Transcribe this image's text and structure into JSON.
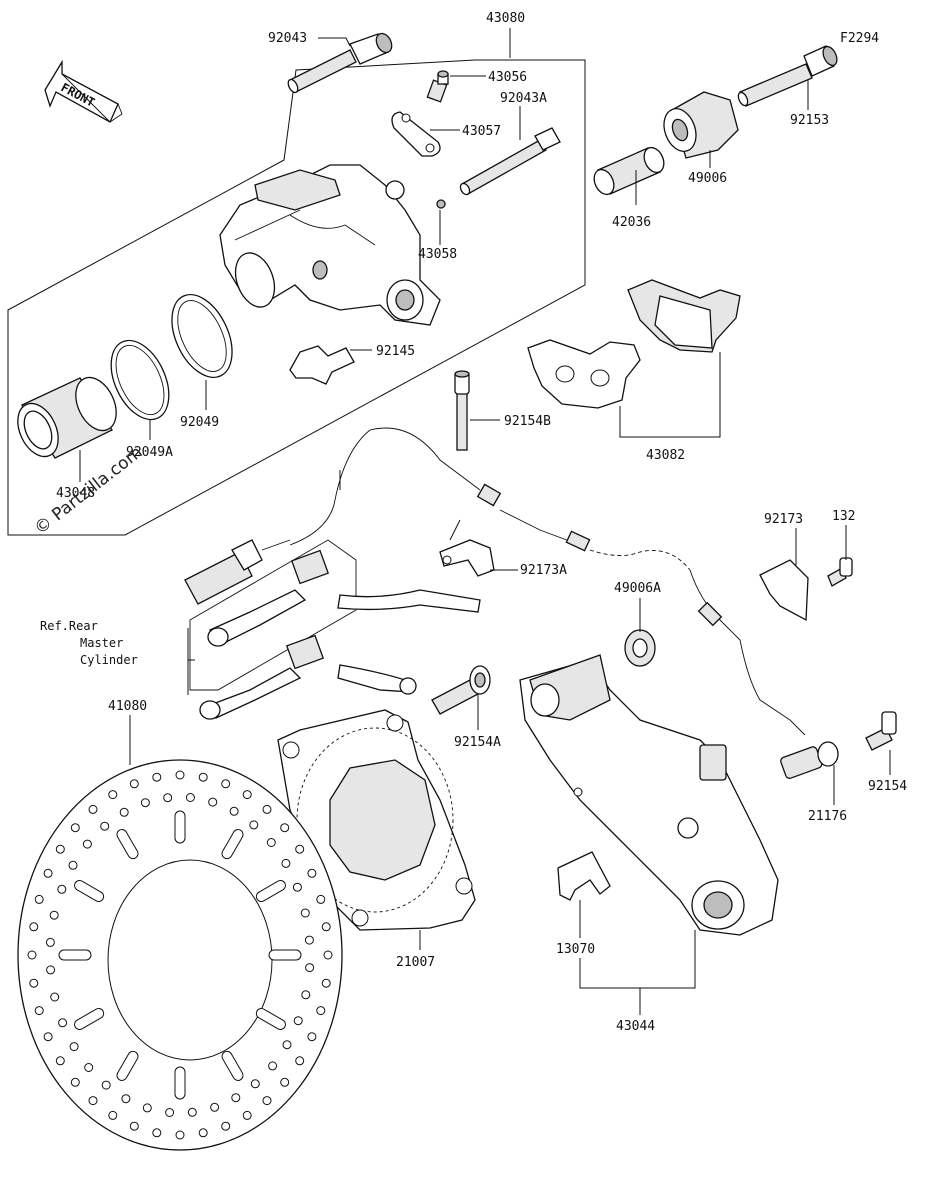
{
  "diagram_code": "F2294",
  "watermark": "© Partzilla.com",
  "front_label": "FRONT",
  "reference_note": [
    "Ref.Rear",
    "Master",
    "Cylinder"
  ],
  "callouts": [
    {
      "id": "92043",
      "label": "92043"
    },
    {
      "id": "43080",
      "label": "43080"
    },
    {
      "id": "43056",
      "label": "43056"
    },
    {
      "id": "92043A",
      "label": "92043A"
    },
    {
      "id": "43057",
      "label": "43057"
    },
    {
      "id": "43058",
      "label": "43058"
    },
    {
      "id": "92153",
      "label": "92153"
    },
    {
      "id": "49006",
      "label": "49006"
    },
    {
      "id": "42036",
      "label": "42036"
    },
    {
      "id": "92145",
      "label": "92145"
    },
    {
      "id": "92049",
      "label": "92049"
    },
    {
      "id": "92049A",
      "label": "92049A"
    },
    {
      "id": "43048",
      "label": "43048"
    },
    {
      "id": "92154B",
      "label": "92154B"
    },
    {
      "id": "43082",
      "label": "43082"
    },
    {
      "id": "92173",
      "label": "92173"
    },
    {
      "id": "132",
      "label": "132"
    },
    {
      "id": "92173A",
      "label": "92173A"
    },
    {
      "id": "49006A",
      "label": "49006A"
    },
    {
      "id": "41080",
      "label": "41080"
    },
    {
      "id": "92154A",
      "label": "92154A"
    },
    {
      "id": "92154",
      "label": "92154"
    },
    {
      "id": "21176",
      "label": "21176"
    },
    {
      "id": "21007",
      "label": "21007"
    },
    {
      "id": "13070",
      "label": "13070"
    },
    {
      "id": "43044",
      "label": "43044"
    }
  ]
}
